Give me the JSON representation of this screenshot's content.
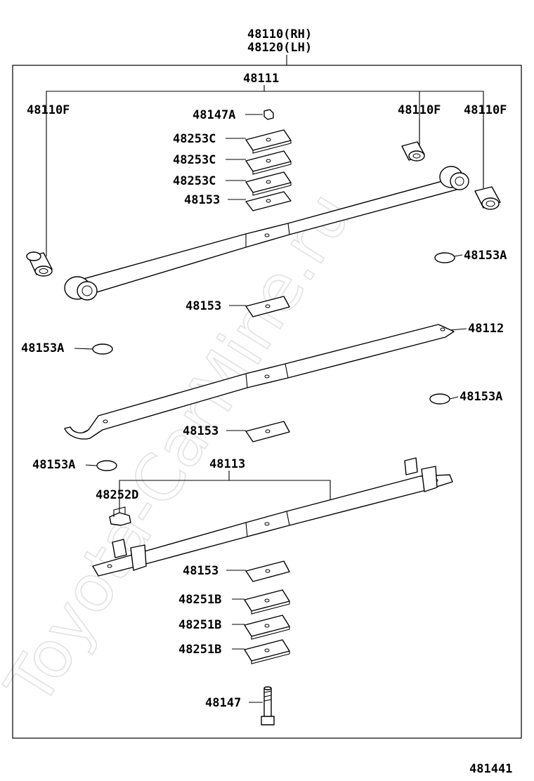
{
  "labels": {
    "top_rh": "48110(RH)",
    "top_lh": "48120(LH)",
    "main_leaf": "48111",
    "bushing_left": "48110F",
    "bushing_mid": "48110F",
    "bushing_right": "48110F",
    "nut": "48147A",
    "shim_c1": "48253C",
    "shim_c2": "48253C",
    "shim_c3": "48253C",
    "liner_1": "48153",
    "liner_2": "48153",
    "liner_3": "48153",
    "liner_4": "48153",
    "disc_right_1": "48153A",
    "disc_left_1": "48153A",
    "disc_right_2": "48153A",
    "disc_left_2": "48153A",
    "second_leaf": "48112",
    "third_leaf": "48113",
    "clip": "48252D",
    "shim_b1": "48251B",
    "shim_b2": "48251B",
    "shim_b3": "48251B",
    "center_bolt": "48147"
  },
  "watermark": "Toyota-CarMine.ru",
  "figure_number": "481441"
}
